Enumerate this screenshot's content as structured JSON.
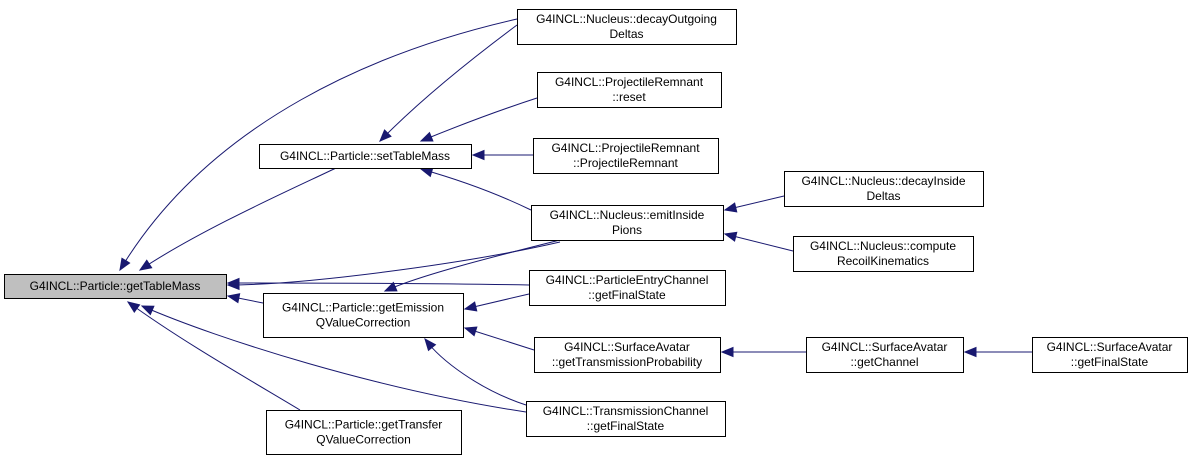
{
  "colors": {
    "edge": "#191970",
    "root_fill": "#bfbfbf",
    "node_fill": "#ffffff",
    "border": "#000000"
  },
  "nodes": [
    {
      "id": "root",
      "lines": [
        "G4INCL::Particle::getTableMass"
      ]
    },
    {
      "id": "stm",
      "lines": [
        "G4INCL::Particle::setTableMass"
      ]
    },
    {
      "id": "gem",
      "lines": [
        "G4INCL::Particle::getEmission",
        "QValueCorrection"
      ]
    },
    {
      "id": "gtr",
      "lines": [
        "G4INCL::Particle::getTransfer",
        "QValueCorrection"
      ]
    },
    {
      "id": "ndo",
      "lines": [
        "G4INCL::Nucleus::decayOutgoing",
        "Deltas"
      ]
    },
    {
      "id": "prr",
      "lines": [
        "G4INCL::ProjectileRemnant",
        "::reset"
      ]
    },
    {
      "id": "prp",
      "lines": [
        "G4INCL::ProjectileRemnant",
        "::ProjectileRemnant"
      ]
    },
    {
      "id": "nei",
      "lines": [
        "G4INCL::Nucleus::emitInside",
        "Pions"
      ]
    },
    {
      "id": "pec",
      "lines": [
        "G4INCL::ParticleEntryChannel",
        "::getFinalState"
      ]
    },
    {
      "id": "sat",
      "lines": [
        "G4INCL::SurfaceAvatar",
        "::getTransmissionProbability"
      ]
    },
    {
      "id": "tcf",
      "lines": [
        "G4INCL::TransmissionChannel",
        "::getFinalState"
      ]
    },
    {
      "id": "ndi",
      "lines": [
        "G4INCL::Nucleus::decayInside",
        "Deltas"
      ]
    },
    {
      "id": "ncr",
      "lines": [
        "G4INCL::Nucleus::compute",
        "RecoilKinematics"
      ]
    },
    {
      "id": "sac",
      "lines": [
        "G4INCL::SurfaceAvatar",
        "::getChannel"
      ]
    },
    {
      "id": "saf",
      "lines": [
        "G4INCL::SurfaceAvatar",
        "::getFinalState"
      ]
    }
  ],
  "edges": [
    {
      "from": "ndo",
      "to": "root"
    },
    {
      "from": "stm",
      "to": "root"
    },
    {
      "from": "nei",
      "to": "root"
    },
    {
      "from": "pec",
      "to": "root"
    },
    {
      "from": "gem",
      "to": "root"
    },
    {
      "from": "tcf",
      "to": "root"
    },
    {
      "from": "gtr",
      "to": "root"
    },
    {
      "from": "ndo",
      "to": "stm"
    },
    {
      "from": "prr",
      "to": "stm"
    },
    {
      "from": "prp",
      "to": "stm"
    },
    {
      "from": "nei",
      "to": "stm"
    },
    {
      "from": "nei",
      "to": "gem"
    },
    {
      "from": "pec",
      "to": "gem"
    },
    {
      "from": "sat",
      "to": "gem"
    },
    {
      "from": "tcf",
      "to": "gem"
    },
    {
      "from": "ndi",
      "to": "nei"
    },
    {
      "from": "ncr",
      "to": "nei"
    },
    {
      "from": "sac",
      "to": "sat"
    },
    {
      "from": "saf",
      "to": "sac"
    }
  ]
}
